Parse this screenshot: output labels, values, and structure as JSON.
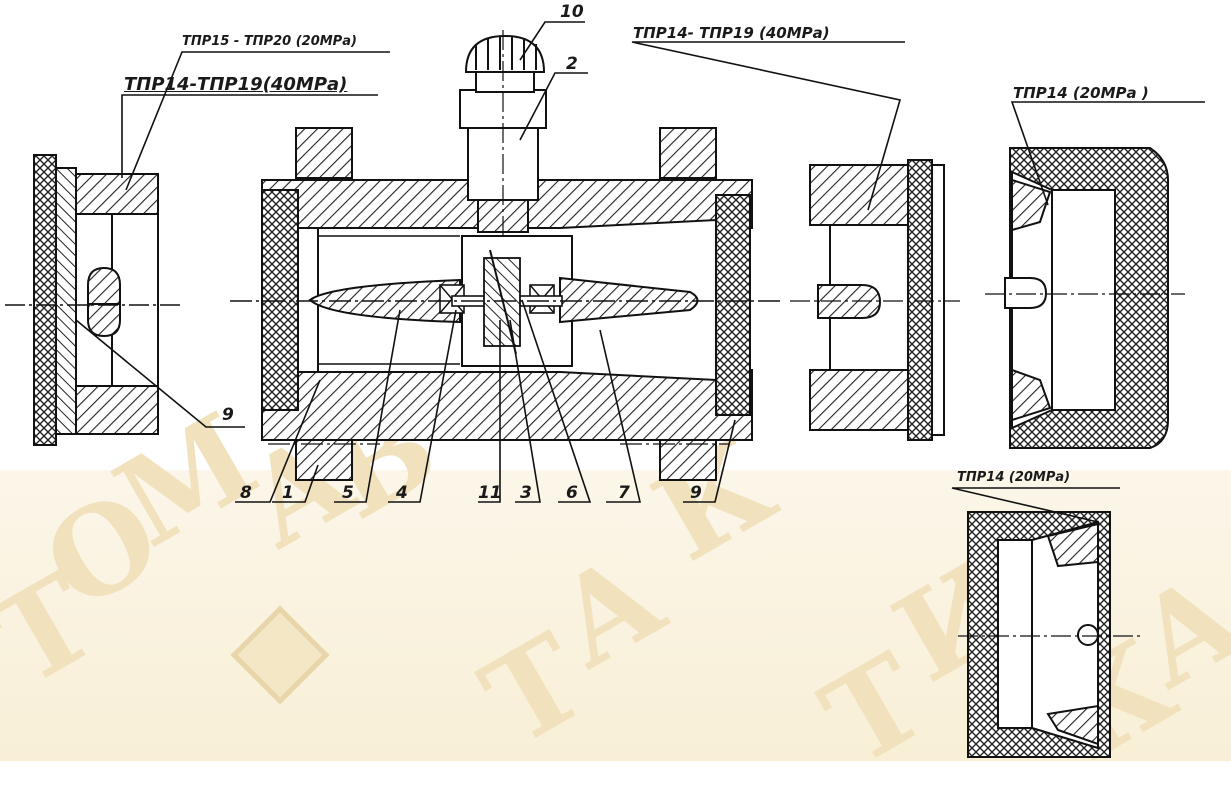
{
  "labels": {
    "top_left_20": "ТПР15 - ТПР20 (20МРа)",
    "left_40": "ТПР14-ТПР19(40МРа)",
    "right_40": "ТПР14- ТПР19 (40МРа)",
    "far_right_20": "ТПР14 (20МРа )",
    "bottom_right_20": "ТПР14 (20МРа)"
  },
  "numbers": {
    "n10": "10",
    "n2": "2",
    "n9_left": "9",
    "n8": "8",
    "n1": "1",
    "n5": "5",
    "n4": "4",
    "n11": "11",
    "n3": "3",
    "n6": "6",
    "n7": "7",
    "n9_right": "9"
  },
  "watermark": {
    "letters": [
      "Т",
      "О",
      "М",
      "А",
      "В",
      "Т",
      "А",
      "К",
      "Т",
      "И",
      "К",
      "А"
    ]
  }
}
